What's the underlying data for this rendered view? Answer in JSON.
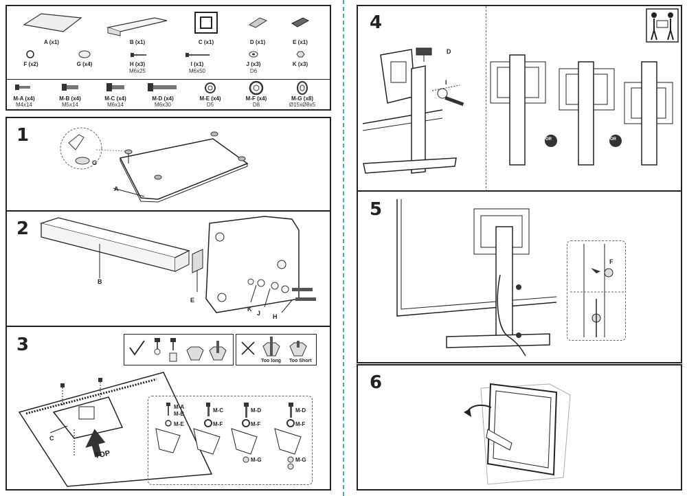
{
  "parts_row1": [
    {
      "label": "A (x1)"
    },
    {
      "label": "B (x1)"
    },
    {
      "label": "C (x1)"
    },
    {
      "label": "D (x1)"
    },
    {
      "label": "E (x1)"
    }
  ],
  "parts_row2": [
    {
      "label": "F (x2)",
      "spec": ""
    },
    {
      "label": "G (x4)",
      "spec": ""
    },
    {
      "label": "H (x3)",
      "spec": "M6x25"
    },
    {
      "label": "I (x1)",
      "spec": "M6x50"
    },
    {
      "label": "J (x3)",
      "spec": "D6"
    },
    {
      "label": "K (x3)",
      "spec": ""
    }
  ],
  "parts_row3": [
    {
      "label": "M-A (x4)",
      "spec": "M4x14"
    },
    {
      "label": "M-B (x4)",
      "spec": "M5x14"
    },
    {
      "label": "M-C (x4)",
      "spec": "M6x14"
    },
    {
      "label": "M-D (x4)",
      "spec": "M6x30"
    },
    {
      "label": "M-E (x4)",
      "spec": "D5"
    },
    {
      "label": "M-F (x4)",
      "spec": "D8"
    },
    {
      "label": "M-G (x8)",
      "spec": "Ø15xØ8x5"
    }
  ],
  "steps": {
    "s1": {
      "num": "1",
      "callouts": {
        "a": "A",
        "g": "G"
      }
    },
    "s2": {
      "num": "2",
      "callouts": {
        "b": "B",
        "e": "E",
        "k": "K",
        "j": "J",
        "h": "H"
      }
    },
    "s3": {
      "num": "3",
      "callouts": {
        "c": "C",
        "top": "TOP",
        "too_long": "Too long",
        "too_short": "Too Short",
        "ma": "M-A",
        "mb": "M-B",
        "me": "M-E",
        "mc": "M-C",
        "mf1": "M-F",
        "md1": "M-D",
        "mf2": "M-F",
        "mg1": "M-G",
        "md2": "M-D",
        "mf3": "M-F",
        "mg2": "M-G"
      }
    },
    "s4": {
      "num": "4",
      "callouts": {
        "d": "D",
        "i": "I",
        "or1": "OR",
        "or2": "OR"
      }
    },
    "s5": {
      "num": "5",
      "callouts": {
        "f": "F"
      }
    },
    "s6": {
      "num": "6"
    }
  }
}
